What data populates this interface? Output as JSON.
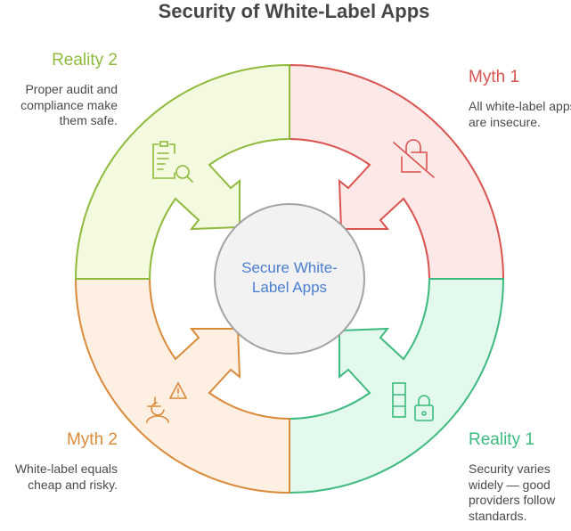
{
  "title": "Security of White-Label Apps",
  "center": {
    "line1": "Secure White-",
    "line2": "Label Apps"
  },
  "colors": {
    "myth1": "#d9534f",
    "reality1": "#3dba7f",
    "myth2": "#d98b3a",
    "reality2": "#8fba3c",
    "center_text": "#4a7fd0"
  },
  "sections": {
    "reality2": {
      "heading": "Reality 2",
      "lines": [
        "Proper audit and",
        "compliance make",
        "them safe."
      ],
      "icon": "clipboard-search-icon"
    },
    "myth1": {
      "heading": "Myth 1",
      "lines": [
        "All white-label apps",
        "are insecure."
      ],
      "icon": "lock-off-icon"
    },
    "myth2": {
      "heading": "Myth 2",
      "lines": [
        "White-label equals",
        "cheap and risky."
      ],
      "icon": "cheap-risk-icon"
    },
    "reality1": {
      "heading": "Reality 1",
      "lines": [
        "Security varies",
        "widely — good",
        "providers follow",
        "standards."
      ],
      "icon": "standards-lock-icon"
    }
  }
}
